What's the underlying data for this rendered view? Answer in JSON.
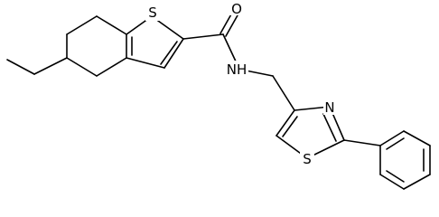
{
  "molecule": {
    "atoms": {
      "S_thiophene": "S",
      "O_carbonyl": "O",
      "NH_amide": "NH",
      "N_thiazole": "N",
      "S_thiazole": "S"
    }
  }
}
